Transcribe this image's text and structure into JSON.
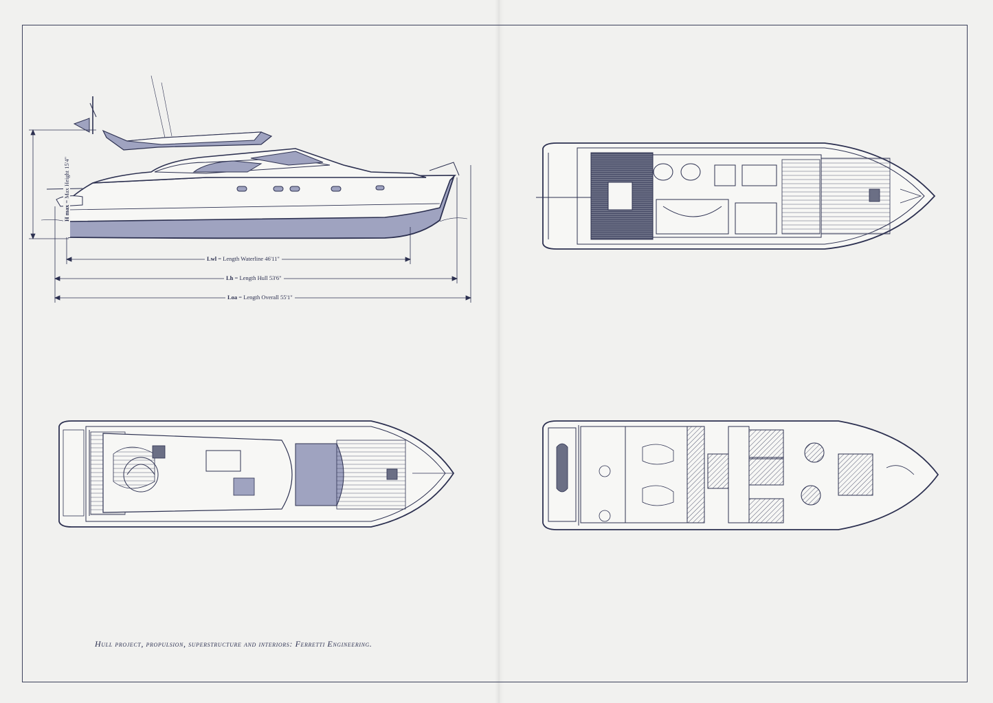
{
  "dimensions": {
    "hmax": {
      "abbr": "H max",
      "text": " = Max Height 15'4\""
    },
    "lwl": {
      "abbr": "Lwl",
      "text": " = Length Waterline 46'11\""
    },
    "lh": {
      "abbr": "Lh",
      "text": " = Length Hull 53'6\""
    },
    "loa": {
      "abbr": "Loa",
      "text": " = Length Overall 55'1\""
    }
  },
  "caption": "Hull project, propulsion, superstructure and interiors: Ferretti Engineering.",
  "colors": {
    "ink": "#2c3050",
    "hull_fill": "#9fa3c0",
    "paper": "#f1f1ef"
  }
}
